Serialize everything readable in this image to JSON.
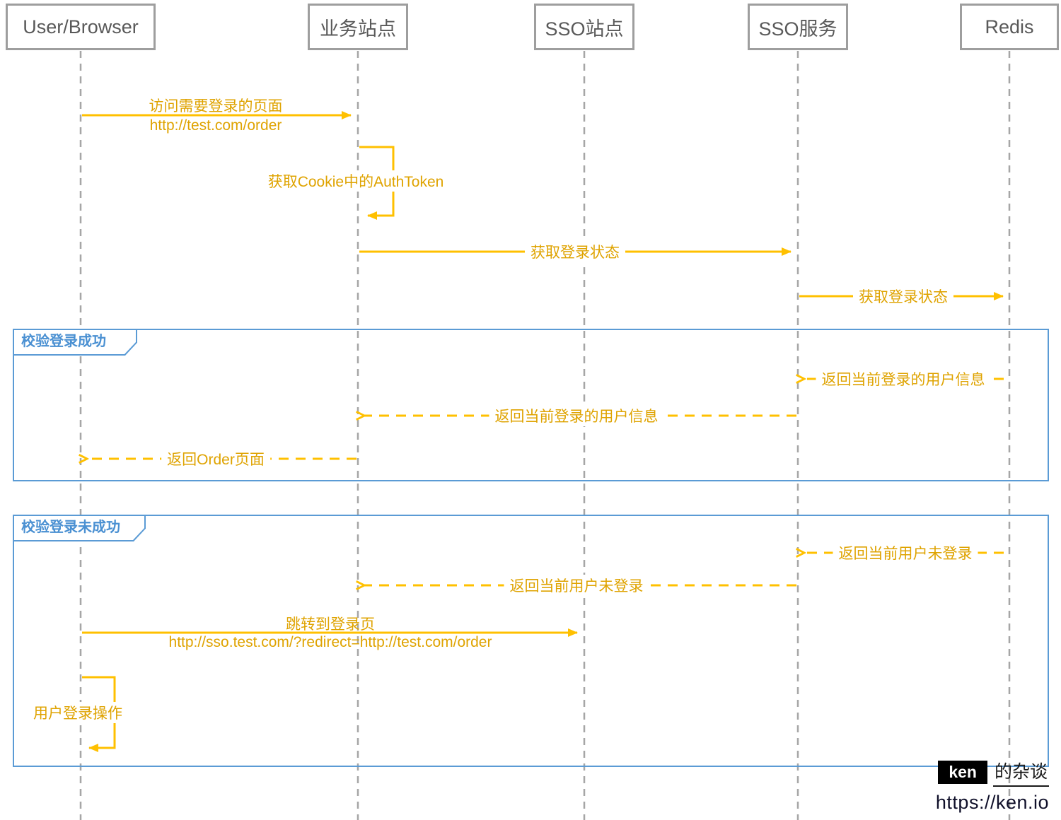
{
  "participants": [
    {
      "label": "User/Browser"
    },
    {
      "label": "业务站点"
    },
    {
      "label": "SSO站点"
    },
    {
      "label": "SSO服务"
    },
    {
      "label": "Redis"
    }
  ],
  "messages": [
    {
      "lines": [
        "访问需要登录的页面",
        "http://test.com/order"
      ]
    },
    {
      "lines": [
        "获取Cookie中的AuthToken"
      ]
    },
    {
      "lines": [
        "获取登录状态"
      ]
    },
    {
      "lines": [
        "获取登录状态"
      ]
    },
    {
      "lines": [
        "返回当前登录的用户信息"
      ]
    },
    {
      "lines": [
        "返回当前登录的用户信息"
      ]
    },
    {
      "lines": [
        "返回Order页面"
      ]
    },
    {
      "lines": [
        "返回当前用户未登录"
      ]
    },
    {
      "lines": [
        "返回当前用户未登录"
      ]
    },
    {
      "lines": [
        "跳转到登录页",
        "http://sso.test.com/?redirect=http://test.com/order"
      ]
    },
    {
      "lines": [
        "用户登录操作"
      ]
    }
  ],
  "frames": [
    {
      "label": "校验登录成功"
    },
    {
      "label": "校验登录未成功"
    }
  ],
  "footer": {
    "brand": "ken",
    "suffix": "的杂谈",
    "url": "https://ken.io"
  },
  "colors": {
    "message": "#FFC000",
    "message_text": "#DFA300",
    "frame": "#5B9BD5",
    "lifeline": "#A6A6A6"
  }
}
